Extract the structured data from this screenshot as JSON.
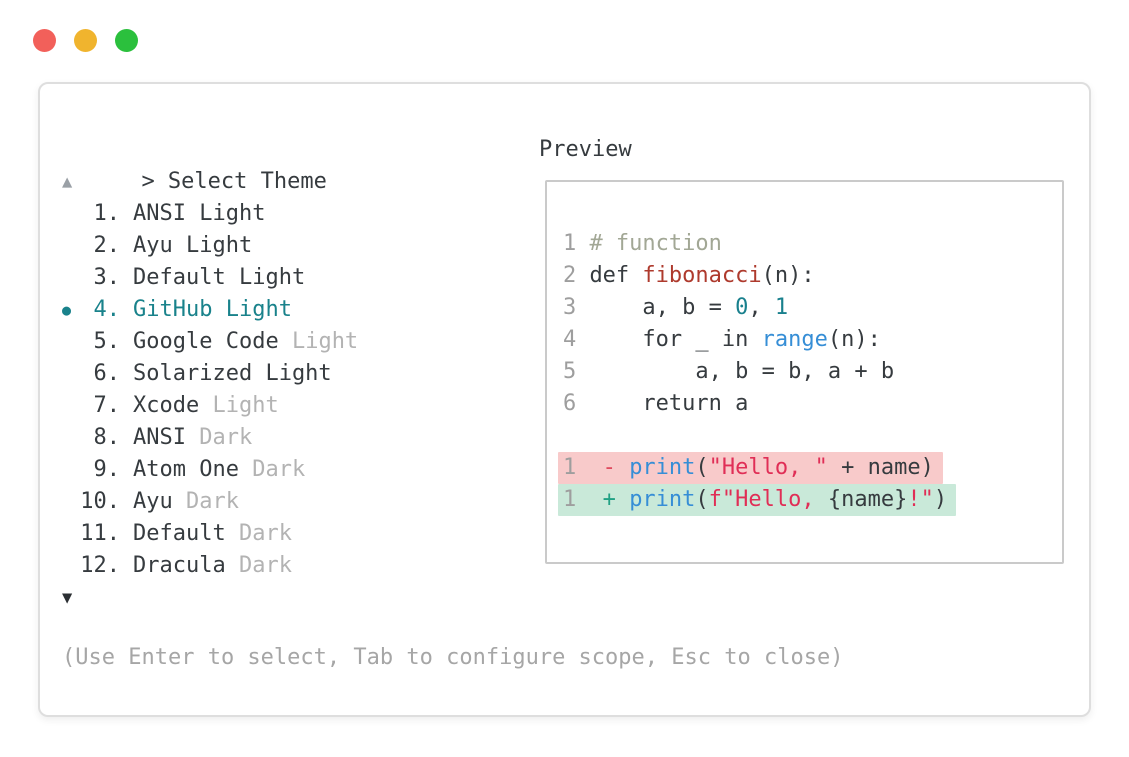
{
  "window": {
    "controls": {
      "close_color": "#f2605a",
      "minimize_color": "#f0b42e",
      "maximize_color": "#2bc03d"
    }
  },
  "selector": {
    "prompt_symbol": ">",
    "title": "Select Theme",
    "scroll_up_symbol": "▲",
    "scroll_down_symbol": "▼",
    "selected_indicator": "●",
    "items": [
      {
        "number": "1.",
        "selected": false,
        "segments": [
          [
            "main",
            "ANSI Light"
          ]
        ]
      },
      {
        "number": "2.",
        "selected": false,
        "segments": [
          [
            "main",
            "Ayu Light"
          ]
        ]
      },
      {
        "number": "3.",
        "selected": false,
        "segments": [
          [
            "main",
            "Default Light"
          ]
        ]
      },
      {
        "number": "4.",
        "selected": true,
        "segments": [
          [
            "sel",
            "GitHub Light"
          ]
        ]
      },
      {
        "number": "5.",
        "selected": false,
        "segments": [
          [
            "main",
            "Google Code "
          ],
          [
            "muted",
            "Light"
          ]
        ]
      },
      {
        "number": "6.",
        "selected": false,
        "segments": [
          [
            "main",
            "Solarized Light"
          ]
        ]
      },
      {
        "number": "7.",
        "selected": false,
        "segments": [
          [
            "main",
            "Xcode "
          ],
          [
            "muted",
            "Light"
          ]
        ]
      },
      {
        "number": "8.",
        "selected": false,
        "segments": [
          [
            "main",
            "ANSI "
          ],
          [
            "muted",
            "Dark"
          ]
        ]
      },
      {
        "number": "9.",
        "selected": false,
        "segments": [
          [
            "main",
            "Atom One "
          ],
          [
            "muted",
            "Dark"
          ]
        ]
      },
      {
        "number": "10.",
        "selected": false,
        "segments": [
          [
            "main",
            "Ayu "
          ],
          [
            "muted",
            "Dark"
          ]
        ]
      },
      {
        "number": "11.",
        "selected": false,
        "segments": [
          [
            "main",
            "Default "
          ],
          [
            "muted",
            "Dark"
          ]
        ]
      },
      {
        "number": "12.",
        "selected": false,
        "segments": [
          [
            "main",
            "Dracula "
          ],
          [
            "muted",
            "Dark"
          ]
        ]
      }
    ],
    "help_text": "(Use Enter to select, Tab to configure scope, Esc to close)"
  },
  "preview": {
    "title": "Preview",
    "lines": [
      {
        "no": "1",
        "tokens": [
          [
            "comment",
            "# function"
          ]
        ]
      },
      {
        "no": "2",
        "tokens": [
          [
            "text",
            "def "
          ],
          [
            "func",
            "fibonacci"
          ],
          [
            "text",
            "(n):"
          ]
        ]
      },
      {
        "no": "3",
        "tokens": [
          [
            "text",
            "    a, b = "
          ],
          [
            "num",
            "0"
          ],
          [
            "text",
            ", "
          ],
          [
            "num",
            "1"
          ]
        ]
      },
      {
        "no": "4",
        "tokens": [
          [
            "text",
            "    for _ in "
          ],
          [
            "blue",
            "range"
          ],
          [
            "text",
            "(n):"
          ]
        ]
      },
      {
        "no": "5",
        "tokens": [
          [
            "text",
            "        a, b = b, a + b"
          ]
        ]
      },
      {
        "no": "6",
        "tokens": [
          [
            "text",
            "    return a"
          ]
        ]
      },
      {
        "blank": true
      },
      {
        "no": "1",
        "bg": "removed",
        "tokens": [
          [
            "minus",
            " - "
          ],
          [
            "blue",
            "print"
          ],
          [
            "text",
            "("
          ],
          [
            "string",
            "\"Hello, \""
          ],
          [
            "text",
            " + name)"
          ]
        ]
      },
      {
        "no": "1",
        "bg": "added",
        "tokens": [
          [
            "plus",
            " + "
          ],
          [
            "blue",
            "print"
          ],
          [
            "text",
            "("
          ],
          [
            "string",
            "f\"Hello, "
          ],
          [
            "text",
            "{name}"
          ],
          [
            "string",
            "!\""
          ],
          [
            "text",
            ")"
          ]
        ]
      }
    ]
  },
  "colors": {
    "selected_teal": "#19828b",
    "text_dark": "#363b3f",
    "muted_gray": "#b3b3b3",
    "help_gray": "#a6a6a6",
    "line_number_gray": "#9e9e9e",
    "comment_green": "#a2a795",
    "function_red": "#ae3a2d",
    "number_teal": "#19808d",
    "builtin_blue": "#368ed6",
    "string_crimson": "#e02e56",
    "diff_minus_red": "#df4a5e",
    "diff_plus_teal": "#21a184",
    "diff_removed_bg": "#f8caca",
    "diff_added_bg": "#c9e9d9"
  }
}
